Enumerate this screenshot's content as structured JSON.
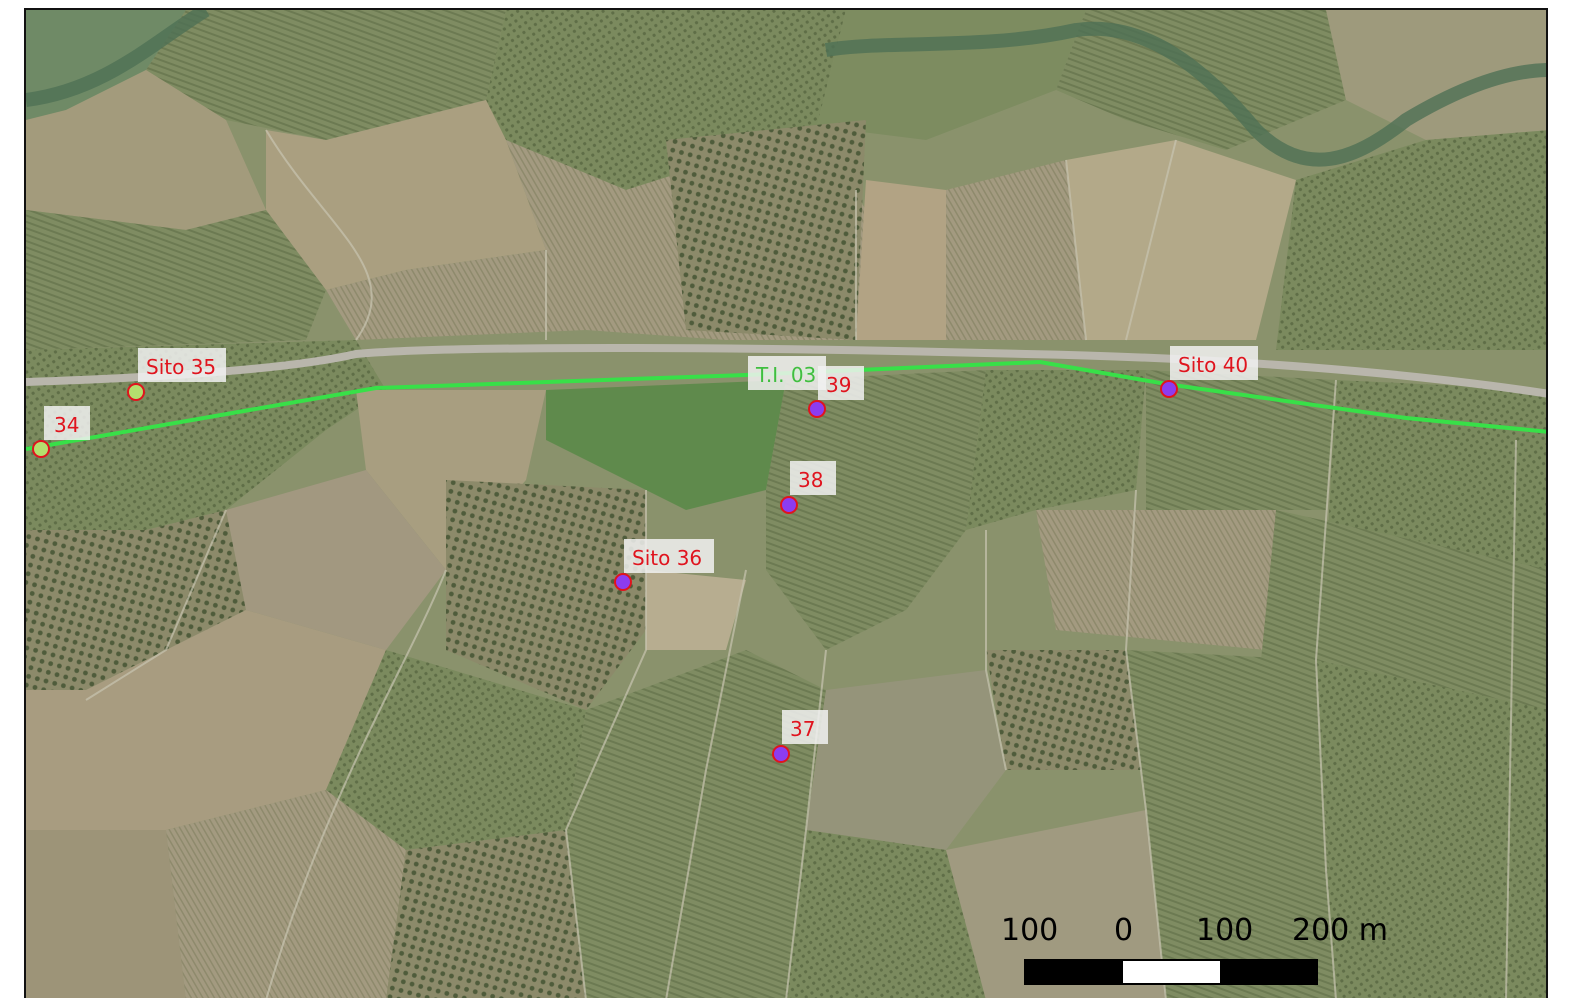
{
  "map": {
    "route_label": "T.I. 03",
    "route_color": "#38e048",
    "label_color": "#e0141e",
    "route_label_color": "#3fbf3f",
    "sites": [
      {
        "label": "34",
        "fill": "#b4e06e"
      },
      {
        "label": "Sito 35",
        "fill": "#b4e06e"
      },
      {
        "label": "39",
        "fill": "#8c3cf0"
      },
      {
        "label": "38",
        "fill": "#8c3cf0"
      },
      {
        "label": "Sito 36",
        "fill": "#8c3cf0"
      },
      {
        "label": "37",
        "fill": "#8c3cf0"
      },
      {
        "label": "Sito 40",
        "fill": "#8c3cf0"
      }
    ],
    "scale_bar": {
      "ticks": [
        "100",
        "0",
        "100",
        "200 m"
      ]
    }
  }
}
